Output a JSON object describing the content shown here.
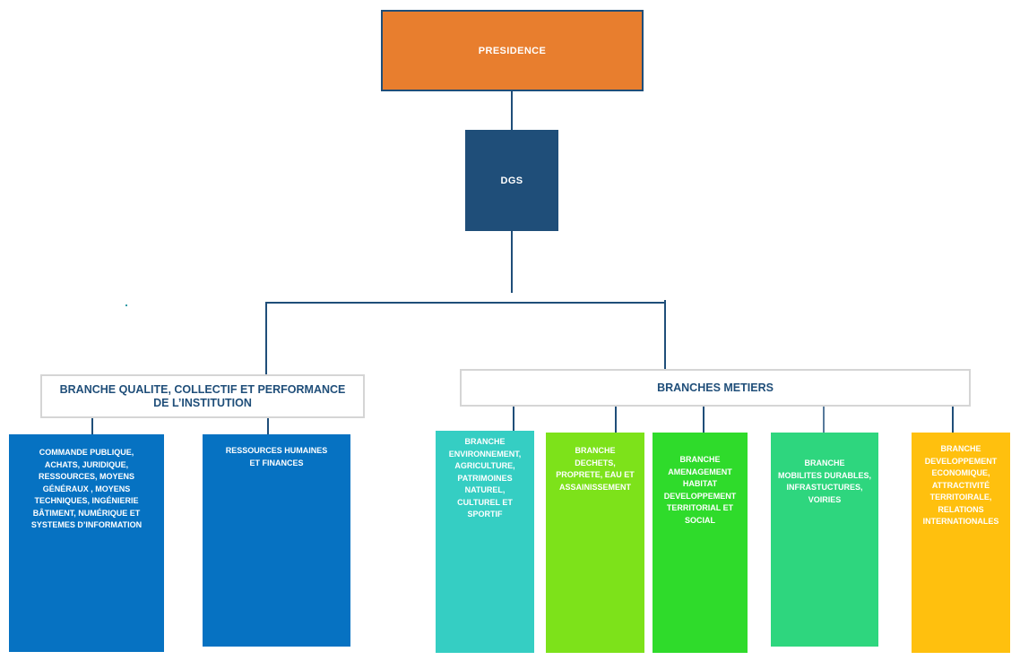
{
  "chart": {
    "type": "org-chart",
    "presidence": {
      "label": "PRESIDENCE"
    },
    "dgs": {
      "label": "DGS"
    },
    "left_branch": {
      "title_lines": [
        "BRANCHE QUALITE, COLLECTIF ET PERFORMANCE",
        "DE L’INSTITUTION"
      ],
      "departments": [
        {
          "id": "commande-publique",
          "lines": [
            "COMMANDE PUBLIQUE,",
            "ACHATS, JURIDIQUE,",
            "RESSOURCES, MOYENS",
            "GÉNÉRAUX , MOYENS",
            "TECHNIQUES, INGÉNIERIE",
            "BÂTIMENT, NUMÉRIQUE ET",
            "SYSTEMES D’INFORMATION"
          ]
        },
        {
          "id": "ressources-humaines-finances",
          "lines": [
            "RESSOURCES HUMAINES",
            "ET FINANCES"
          ]
        }
      ]
    },
    "right_branch": {
      "title": "BRANCHES METIERS",
      "departments": [
        {
          "id": "branche-environnement",
          "lines": [
            "BRANCHE",
            "ENVIRONNEMENT,",
            "AGRICULTURE,",
            "PATRIMOINES",
            "NATUREL,",
            "CULTUREL ET",
            "SPORTIF"
          ]
        },
        {
          "id": "branche-dechets",
          "lines": [
            "BRANCHE",
            "DECHETS,",
            "PROPRETE, EAU ET",
            "ASSAINISSEMENT"
          ]
        },
        {
          "id": "branche-amenagement",
          "lines": [
            "BRANCHE",
            "AMENAGEMENT",
            "HABITAT",
            "DEVELOPPEMENT",
            "TERRITORIAL ET",
            "SOCIAL"
          ]
        },
        {
          "id": "branche-mobilites",
          "lines": [
            "BRANCHE",
            "MOBILITES DURABLES,",
            "INFRASTUCTURES,",
            "VOIRIES"
          ]
        },
        {
          "id": "branche-developpement-economique",
          "lines": [
            "BRANCHE",
            "DEVELOPPEMENT",
            "ECONOMIQUE,",
            "ATTRACTIVITÉ",
            "TERRITOIRALE,",
            "RELATIONS",
            "INTERNATIONALES"
          ]
        }
      ]
    },
    "colors": {
      "presidence_fill": "#E87E2E",
      "node_border_navy": "#1F4E79",
      "dgs_fill": "#1F4E79",
      "connector": "#1F4E79",
      "header_border": "#D5D5D5",
      "dept_blue": "#0672C2",
      "dept_teal": "#35CEC3",
      "dept_chartreuse": "#7DE21A",
      "dept_green": "#2FDB2B",
      "dept_emerald": "#2ED67E",
      "dept_amber": "#FFC00E"
    }
  }
}
